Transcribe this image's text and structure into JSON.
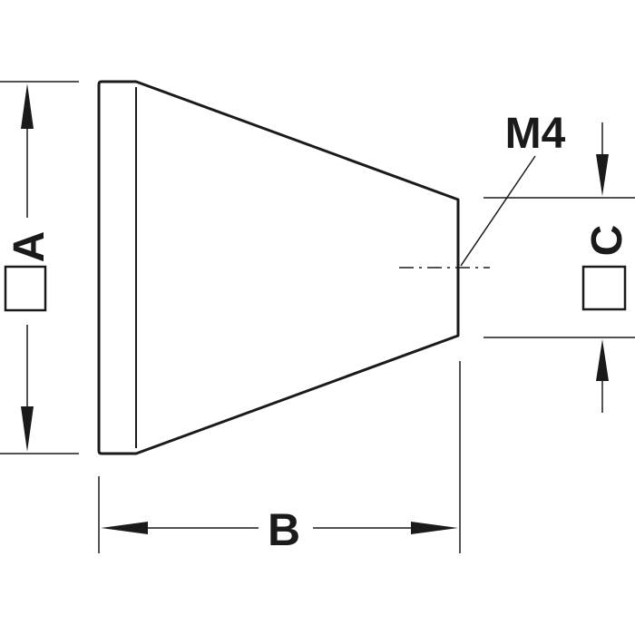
{
  "drawing": {
    "dimension_labels": {
      "a": "A",
      "b": "B",
      "c": "C",
      "thread": "M4"
    },
    "square_symbol": "square",
    "line_color": "#1a1a1a",
    "background": "#ffffff"
  }
}
